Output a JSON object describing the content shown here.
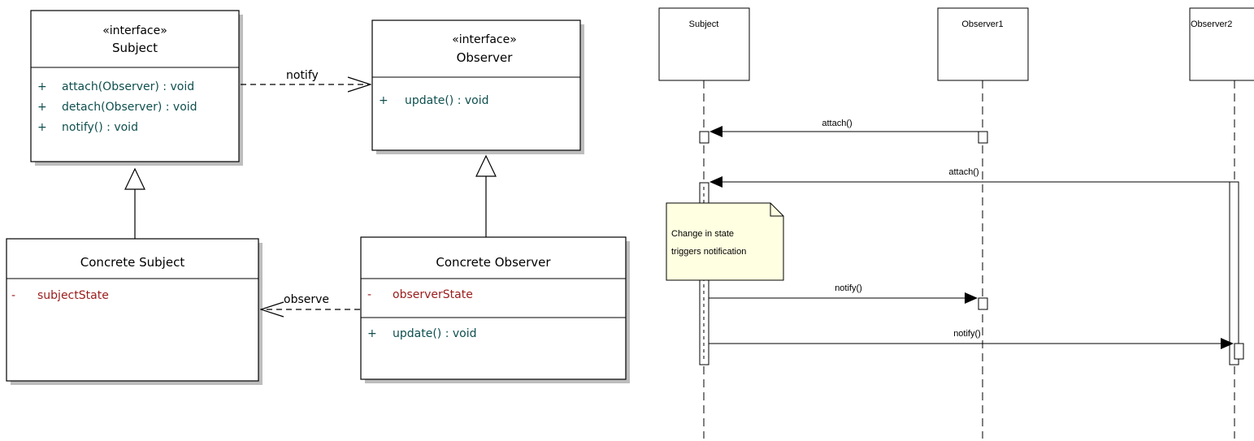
{
  "class_diagram": {
    "subject": {
      "stereotype": "«interface»",
      "name": "Subject",
      "operations": [
        {
          "vis": "+",
          "text": "attach(Observer) : void"
        },
        {
          "vis": "+",
          "text": "detach(Observer) : void"
        },
        {
          "vis": "+",
          "text": "notify() : void"
        }
      ]
    },
    "observer": {
      "stereotype": "«interface»",
      "name": "Observer",
      "operations": [
        {
          "vis": "+",
          "text": "update() : void"
        }
      ]
    },
    "concrete_subject": {
      "name": "Concrete Subject",
      "attributes": [
        {
          "vis": "-",
          "text": "subjectState"
        }
      ]
    },
    "concrete_observer": {
      "name": "Concrete Observer",
      "attributes": [
        {
          "vis": "-",
          "text": "observerState"
        }
      ],
      "operations": [
        {
          "vis": "+",
          "text": "update() : void"
        }
      ]
    },
    "edges": {
      "notify_label": "notify",
      "observe_label": "observe"
    }
  },
  "sequence_diagram": {
    "lifelines": [
      "Subject",
      "Observer1",
      "Observer2"
    ],
    "messages": [
      "attach()",
      "attach()",
      "notify()",
      "notify()"
    ],
    "note": {
      "line1": "Change in state",
      "line2": "triggers notification"
    }
  },
  "colors": {
    "operation": "#0f4f4f",
    "attribute": "#9b1b1b",
    "note_fill": "#ffffe1",
    "shadow": "#bdbdbd"
  }
}
